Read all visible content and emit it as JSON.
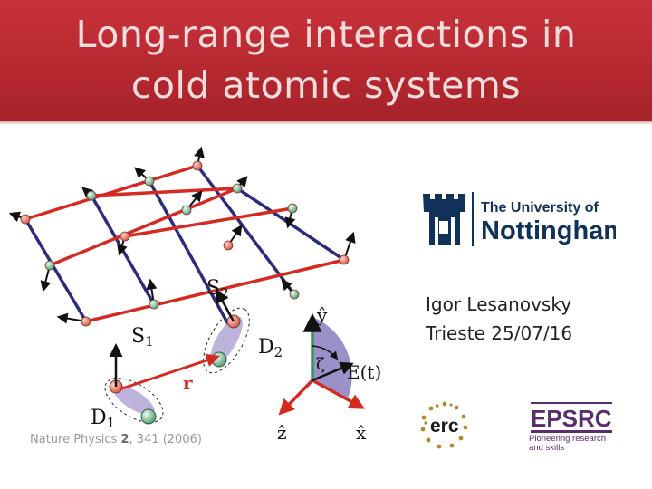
{
  "slide": {
    "title_line1": "Long-range interactions in",
    "title_line2": "cold atomic systems",
    "title_band_color": "#b52830"
  },
  "figure": {
    "labels": {
      "s1": "S",
      "s1_sub": "1",
      "s2": "S",
      "s2_sub": "2",
      "d1": "D",
      "d1_sub": "1",
      "d2": "D",
      "d2_sub": "2",
      "r": "r",
      "y_axis": "ŷ",
      "z_axis": "ẑ",
      "x_axis": "x̂",
      "zeta": "ζ",
      "field": "E(t)"
    },
    "colors": {
      "red_bond": "#d42a22",
      "blue_bond": "#2c2b7c",
      "green_axis": "#3f8f5c",
      "purple_wedge": "#8a7ec0"
    },
    "caption_journal": "Nature Physics ",
    "caption_volume": "2",
    "caption_rest": ", 341 (2006)"
  },
  "presenter": {
    "name": "Igor Lesanovsky",
    "place_date": "Trieste 25/07/16"
  },
  "logos": {
    "university_line1": "The University of",
    "university_line2": "Nottingham",
    "university_icon": "castle-crest-icon",
    "erc_text": "erc",
    "epsrc_text": "EPSRC",
    "epsrc_tag1": "Pioneering research",
    "epsrc_tag2": "and skills"
  }
}
